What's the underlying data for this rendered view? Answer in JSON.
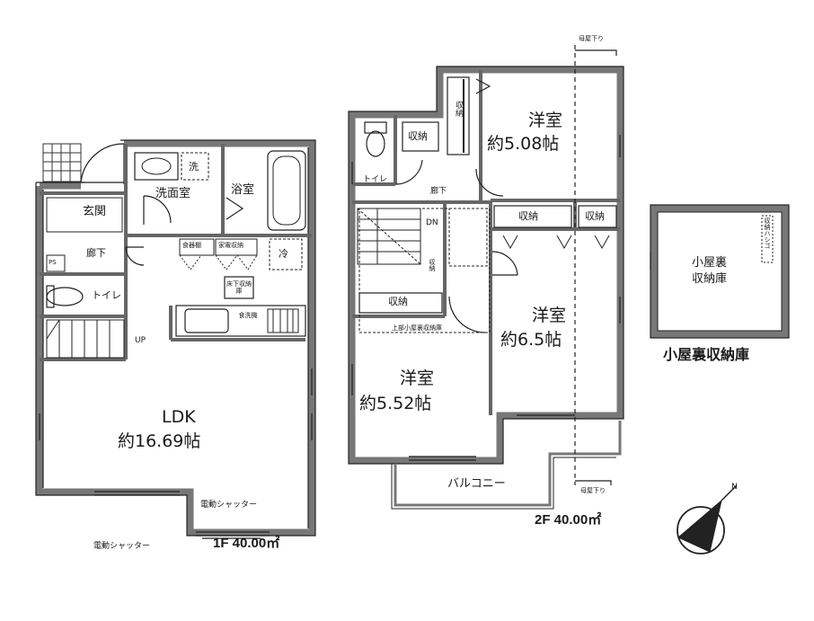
{
  "floor_1": {
    "area_label": "1F 40.00㎡",
    "rooms": {
      "ldk_name": "LDK",
      "ldk_size": "約16.69帖",
      "entrance": "玄関",
      "hallway": "廊下",
      "toilet": "トイレ",
      "washroom": "洗面室",
      "bathroom": "浴室",
      "wash_mark": "洗",
      "ps": "PS",
      "up": "UP",
      "cupboard": "食器棚",
      "appliance_storage": "家電収納",
      "refrigerator": "冷",
      "underfloor_storage": "床下収納庫",
      "dishwasher": "食洗機"
    },
    "shutter_1": "電動シャッター",
    "shutter_2": "電動シャッター"
  },
  "floor_2": {
    "area_label": "2F 40.00㎡",
    "room_a_name": "洋室",
    "room_a_size": "約5.08帖",
    "room_b_name": "洋室",
    "room_b_size": "約6.5帖",
    "room_c_name": "洋室",
    "room_c_size": "約5.52帖",
    "toilet": "トイレ",
    "hallway": "廊下",
    "dn": "DN",
    "storage_1": "収納",
    "storage_2": "収納",
    "storage_3": "収納",
    "storage_4": "収納",
    "storage_5": "収納",
    "storage_v": "収納",
    "attic_storage_note": "上部小屋裏収納庫",
    "balcony": "バルコニー",
    "roof_below_top": "母屋下り",
    "roof_below_bottom": "母屋下り"
  },
  "attic": {
    "room_name": "小屋裏",
    "room_name_2": "収納庫",
    "ladder": "収納ハシゴ",
    "caption": "小屋裏収納庫"
  },
  "north_mark": "N"
}
